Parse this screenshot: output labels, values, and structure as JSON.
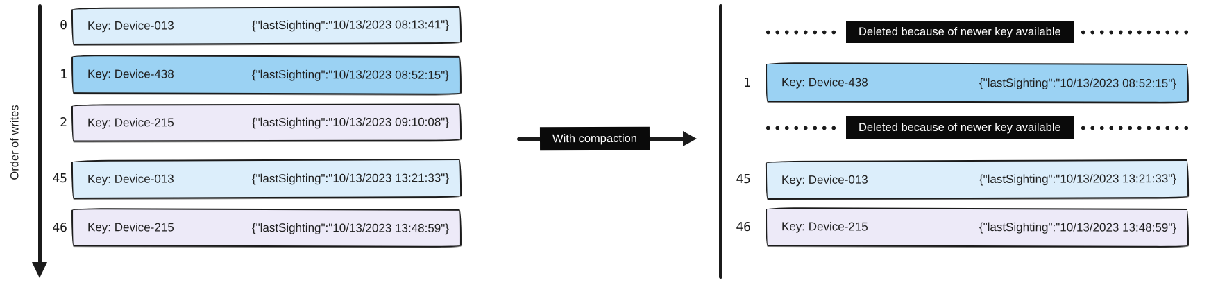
{
  "axis": {
    "label": "Order of writes"
  },
  "compaction": {
    "label": "With compaction"
  },
  "colors": {
    "light_blue": "#dceefb",
    "medium_blue": "#9bd2f3",
    "lavender": "#edeaf8",
    "ink": "#1b1b1b",
    "label_bg": "#0a0a0a",
    "label_text": "#ffffff"
  },
  "left_log": {
    "rows": [
      {
        "type": "record",
        "index": "0",
        "key": "Key: Device-013",
        "value": "{\"lastSighting\":\"10/13/2023 08:13:41\"}",
        "fill": "light_blue"
      },
      {
        "type": "record",
        "index": "1",
        "key": "Key: Device-438",
        "value": "{\"lastSighting\":\"10/13/2023 08:52:15\"}",
        "fill": "medium_blue"
      },
      {
        "type": "record",
        "index": "2",
        "key": "Key: Device-215",
        "value": "{\"lastSighting\":\"10/13/2023 09:10:08\"}",
        "fill": "lavender"
      },
      {
        "type": "record",
        "index": "45",
        "key": "Key: Device-013",
        "value": "{\"lastSighting\":\"10/13/2023 13:21:33\"}",
        "fill": "light_blue"
      },
      {
        "type": "record",
        "index": "46",
        "key": "Key: Device-215",
        "value": "{\"lastSighting\":\"10/13/2023 13:48:59\"}",
        "fill": "lavender"
      }
    ]
  },
  "right_log": {
    "rows": [
      {
        "type": "deleted",
        "label": "Deleted because of newer key available"
      },
      {
        "type": "record",
        "index": "1",
        "key": "Key: Device-438",
        "value": "{\"lastSighting\":\"10/13/2023 08:52:15\"}",
        "fill": "medium_blue"
      },
      {
        "type": "deleted",
        "label": "Deleted because of newer key available"
      },
      {
        "type": "record",
        "index": "45",
        "key": "Key: Device-013",
        "value": "{\"lastSighting\":\"10/13/2023 13:21:33\"}",
        "fill": "light_blue"
      },
      {
        "type": "record",
        "index": "46",
        "key": "Key: Device-215",
        "value": "{\"lastSighting\":\"10/13/2023 13:48:59\"}",
        "fill": "lavender"
      }
    ]
  }
}
